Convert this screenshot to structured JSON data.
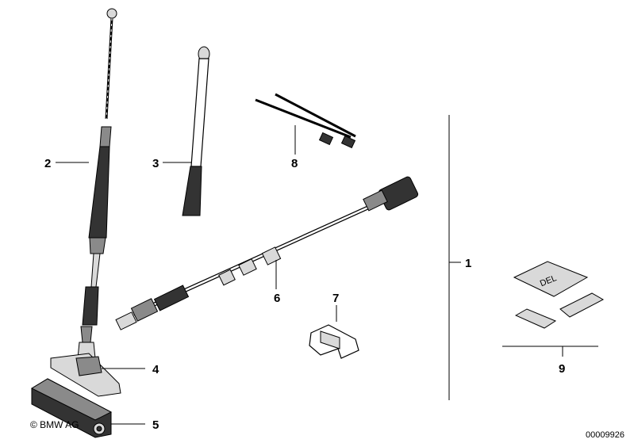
{
  "callouts": {
    "c1": "1",
    "c2": "2",
    "c3": "3",
    "c4": "4",
    "c5": "5",
    "c6": "6",
    "c7": "7",
    "c8": "8",
    "c9": "9"
  },
  "copyright": "© BMW AG",
  "diagram_number": "00009926",
  "label_text": "DEL"
}
